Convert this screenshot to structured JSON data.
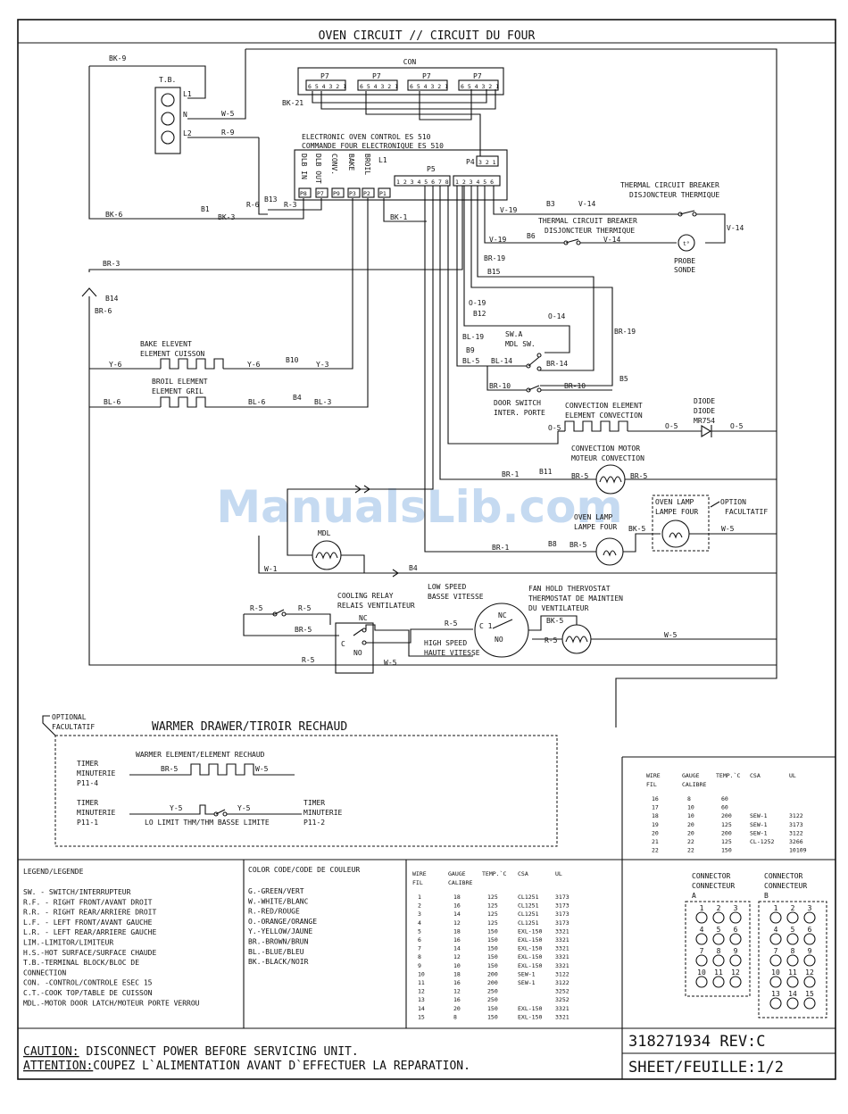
{
  "title": "OVEN CIRCUIT // CIRCUIT DU FOUR",
  "watermark": "ManualsLib.com",
  "con": {
    "label": "CON",
    "ports": [
      "P7",
      "P7",
      "P7",
      "P7"
    ],
    "pins": "6 5 4 3 2 1"
  },
  "control": {
    "line1": "ELECTRONIC OVEN CONTROL ES 510",
    "line2": "COMMANDE FOUR ELECTRONIQUE ES 510",
    "p5": "P5",
    "p4": "P4",
    "p4pins": "3 2 1",
    "p5pinsL": "1 2 3 4 5 6 7 8",
    "p5pinsR": "1 2 3 4 5 6",
    "l1": "L1"
  },
  "control_cols": [
    "DLB IN",
    "DLB OUT",
    "CONV.",
    "BAKE",
    "BROIL"
  ],
  "control_terms": [
    "P8",
    "P7",
    "P9",
    "P3",
    "P2",
    "P1"
  ],
  "tb": {
    "label": "T.B.",
    "l1": "L1",
    "n": "N",
    "l2": "L2"
  },
  "wires": {
    "bk9": "BK-9",
    "bk21": "BK-21",
    "w5": "W-5",
    "r9": "R-9",
    "bk6": "BK-6",
    "b1": "B1",
    "bk3": "BK-3",
    "r6": "R-6",
    "b13": "B13",
    "r3": "R-3",
    "bk1": "BK-1",
    "v19": "V-19",
    "b3": "B3",
    "v14": "V-14",
    "b6": "B6",
    "br19": "BR-19",
    "b15": "B15",
    "br3": "BR-3",
    "b14": "B14",
    "br6": "BR-6",
    "o19": "O-19",
    "b12": "B12",
    "o14": "O-14",
    "bl19": "BL-19",
    "b9": "B9",
    "bl5": "BL-5",
    "bl14": "BL-14",
    "br14": "BR-14",
    "br10": "BR-10",
    "b5": "B5",
    "y6": "Y-6",
    "b10": "B10",
    "y3": "Y-3",
    "bl6": "BL-6",
    "b4": "B4",
    "bl3": "BL-3",
    "o5": "O-5",
    "br1": "BR-1",
    "b11": "B11",
    "br5": "BR-5",
    "b8": "B8",
    "w1": "W-1",
    "r5": "R-5",
    "nc": "NC",
    "no": "NO",
    "c": "C",
    "c1": "C 1",
    "bk5": "BK-5"
  },
  "components": {
    "tcb1": [
      "THERMAL CIRCUIT BREAKER",
      "DISJONCTEUR THERMIQUE"
    ],
    "tcb2": [
      "THERMAL CIRCUIT BREAKER",
      "DISJONCTEUR THERMIQUE"
    ],
    "probe": [
      "PROBE",
      "SONDE"
    ],
    "mdlsw": [
      "SW.A",
      "MDL SW."
    ],
    "bake": [
      "BAKE ELEVENT",
      "ELEMENT CUISSON"
    ],
    "broil": [
      "BROIL ELEMENT",
      "ELEMENT GRIL"
    ],
    "door": [
      "DOOR SWITCH",
      "INTER. PORTE"
    ],
    "conv_el": [
      "CONVECTION ELEMENT",
      "ELEMENT CONVECTION"
    ],
    "diode": [
      "DIODE",
      "DIODE",
      "MR754"
    ],
    "conv_motor": [
      "CONVECTION MOTOR",
      "MOTEUR CONVECTION"
    ],
    "oven_lamp": [
      "OVEN LAMP",
      "LAMPE FOUR"
    ],
    "option": [
      "OPTION",
      "FACULTATIF"
    ],
    "mdl": "MDL",
    "low": [
      "LOW SPEED",
      "BASSE VITESSE"
    ],
    "fan_hold": [
      "FAN HOLD THERVOSTAT",
      "THERMOSTAT DE MAINTIEN",
      "DU VENTILATEUR"
    ],
    "cooling": [
      "COOLING RELAY",
      "RELAIS VENTILATEUR"
    ],
    "high": [
      "HIGH SPEED",
      "HAUTE VITESSE"
    ]
  },
  "warmer": {
    "title": "WARMER DRAWER/TIROIR RECHAUD",
    "optional": [
      "OPTIONAL",
      "FACULTATIF"
    ],
    "element": "WARMER ELEMENT/ELEMENT RECHAUD",
    "timer_a": [
      "TIMER",
      "MINUTERIE",
      "P11-4"
    ],
    "timer_b": [
      "TIMER",
      "MINUTERIE",
      "P11-1"
    ],
    "timer_c": [
      "TIMER",
      "MINUTERIE",
      "P11-2"
    ],
    "lolimit": "LO LIMIT THM/THM BASSE LIMITE",
    "br5": "BR-5",
    "w5": "W-5",
    "y5": "Y-5"
  },
  "legend": {
    "title": "LEGEND/LEGENDE",
    "items": [
      "SW.  - SWITCH/INTERRUPTEUR",
      "R.F. - RIGHT FRONT/AVANT DROIT",
      "R.R. - RIGHT REAR/ARRIERE DROIT",
      "L.F. - LEFT FRONT/AVANT GAUCHE",
      "L.R. - LEFT REAR/ARRIERE GAUCHE",
      "LIM.-LIMITOR/LIMITEUR",
      "H.S.-HOT SURFACE/SURFACE CHAUDE",
      "T.B.-TERMINAL BLOCK/BLOC DE",
      "      CONNECTION",
      "CON. -CONTROL/CONTROLE ESEC 15",
      "C.T.-COOK TOP/TABLE DE CUISSON",
      "MDL.-MOTOR DOOR LATCH/MOTEUR PORTE VERROU"
    ]
  },
  "colors": {
    "title": "COLOR CODE/CODE DE COULEUR",
    "items": [
      "G.-GREEN/VERT",
      "W.-WHITE/BLANC",
      "R.-RED/ROUGE",
      "O.-ORANGE/ORANGE",
      "Y.-YELLOW/JAUNE",
      "BR.-BROWN/BRUN",
      "BL.-BLUE/BLEU",
      "BK.-BLACK/NOIR"
    ]
  },
  "wire_table": {
    "headers": [
      [
        "WIRE",
        "FIL"
      ],
      [
        "GAUGE",
        "CALIBRE"
      ],
      [
        "TEMP.`C",
        ""
      ],
      [
        "CSA",
        ""
      ],
      [
        "UL",
        ""
      ]
    ],
    "rows": [
      [
        "1",
        "18",
        "125",
        "CL1251",
        "3173"
      ],
      [
        "2",
        "16",
        "125",
        "CL1251",
        "3173"
      ],
      [
        "3",
        "14",
        "125",
        "CL1251",
        "3173"
      ],
      [
        "4",
        "12",
        "125",
        "CL1251",
        "3173"
      ],
      [
        "5",
        "18",
        "150",
        "EXL-150",
        "3321"
      ],
      [
        "6",
        "16",
        "150",
        "EXL-150",
        "3321"
      ],
      [
        "7",
        "14",
        "150",
        "EXL-150",
        "3321"
      ],
      [
        "8",
        "12",
        "150",
        "EXL-150",
        "3321"
      ],
      [
        "9",
        "10",
        "150",
        "EXL-150",
        "3321"
      ],
      [
        "10",
        "18",
        "200",
        "SEW-1",
        "3122"
      ],
      [
        "11",
        "16",
        "200",
        "SEW-1",
        "3122"
      ],
      [
        "12",
        "12",
        "250",
        "",
        "3252"
      ],
      [
        "13",
        "16",
        "250",
        "",
        "3252"
      ],
      [
        "14",
        "20",
        "150",
        "EXL-150",
        "3321"
      ],
      [
        "15",
        "8",
        "150",
        "EXL-150",
        "3321"
      ]
    ]
  },
  "wire_table2": {
    "headers": [
      [
        "WIRE",
        "FIL"
      ],
      [
        "GAUGE",
        "CALIBRE"
      ],
      [
        "TEMP.`C",
        ""
      ],
      [
        "CSA",
        ""
      ],
      [
        "UL",
        ""
      ]
    ],
    "rows": [
      [
        "16",
        "8",
        "60",
        "",
        ""
      ],
      [
        "17",
        "10",
        "60",
        "",
        ""
      ],
      [
        "18",
        "10",
        "200",
        "SEW-1",
        "3122"
      ],
      [
        "19",
        "20",
        "125",
        "SEW-1",
        "3173"
      ],
      [
        "20",
        "20",
        "200",
        "SEW-1",
        "3122"
      ],
      [
        "21",
        "22",
        "125",
        "CL-1252",
        "3266"
      ],
      [
        "22",
        "22",
        "150",
        "",
        "10109"
      ]
    ]
  },
  "connector_a": {
    "label": [
      "CONNECTOR",
      "CONNECTEUR",
      "A"
    ],
    "pins": [
      "1",
      "2",
      "3",
      "4",
      "5",
      "6",
      "7",
      "8",
      "9",
      "10",
      "11",
      "12"
    ]
  },
  "connector_b": {
    "label": [
      "CONNECTOR",
      "CONNECTEUR",
      "B"
    ],
    "pins": [
      "1",
      "2",
      "3",
      "4",
      "5",
      "6",
      "7",
      "8",
      "9",
      "10",
      "11",
      "12",
      "13",
      "14",
      "15"
    ]
  },
  "caution": {
    "l1a": "CAUTION:",
    "l1b": " DISCONNECT POWER BEFORE SERVICING UNIT.",
    "l2a": "ATTENTION:",
    "l2b": "COUPEZ L`ALIMENTATION AVANT D`EFFECTUER LA REPARATION."
  },
  "part": {
    "number": "318271934 REV:C",
    "sheet": "SHEET/FEUILLE:1/2"
  }
}
